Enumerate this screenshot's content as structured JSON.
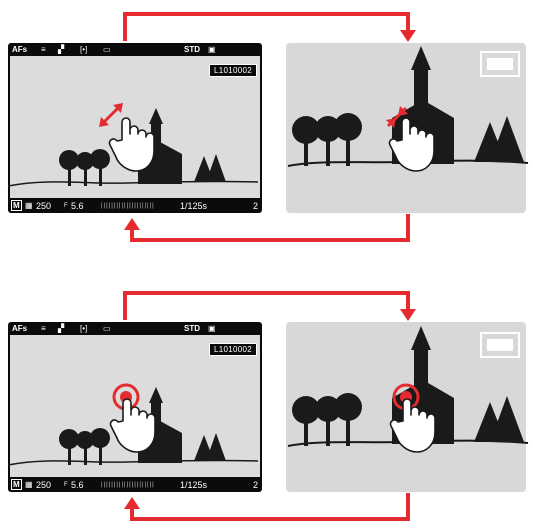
{
  "camera": {
    "af_mode": "AFs",
    "style": "STD",
    "file_number": "L1010002",
    "exposure_mode": "M",
    "iso": "250",
    "aperture": "5.6",
    "shutter": "1/125s",
    "frames": "2"
  },
  "panels": [
    {
      "name": "pinch-zoom-row",
      "gesture": "pinch"
    },
    {
      "name": "tap-row",
      "gesture": "tap"
    }
  ],
  "colors": {
    "arrow": "#e52b2f",
    "screen_bg": "#0b0b0b",
    "scene_bg": "#d8d8d8",
    "silhouette": "#1a1a1a",
    "gesture_accent": "#e52b2f"
  }
}
